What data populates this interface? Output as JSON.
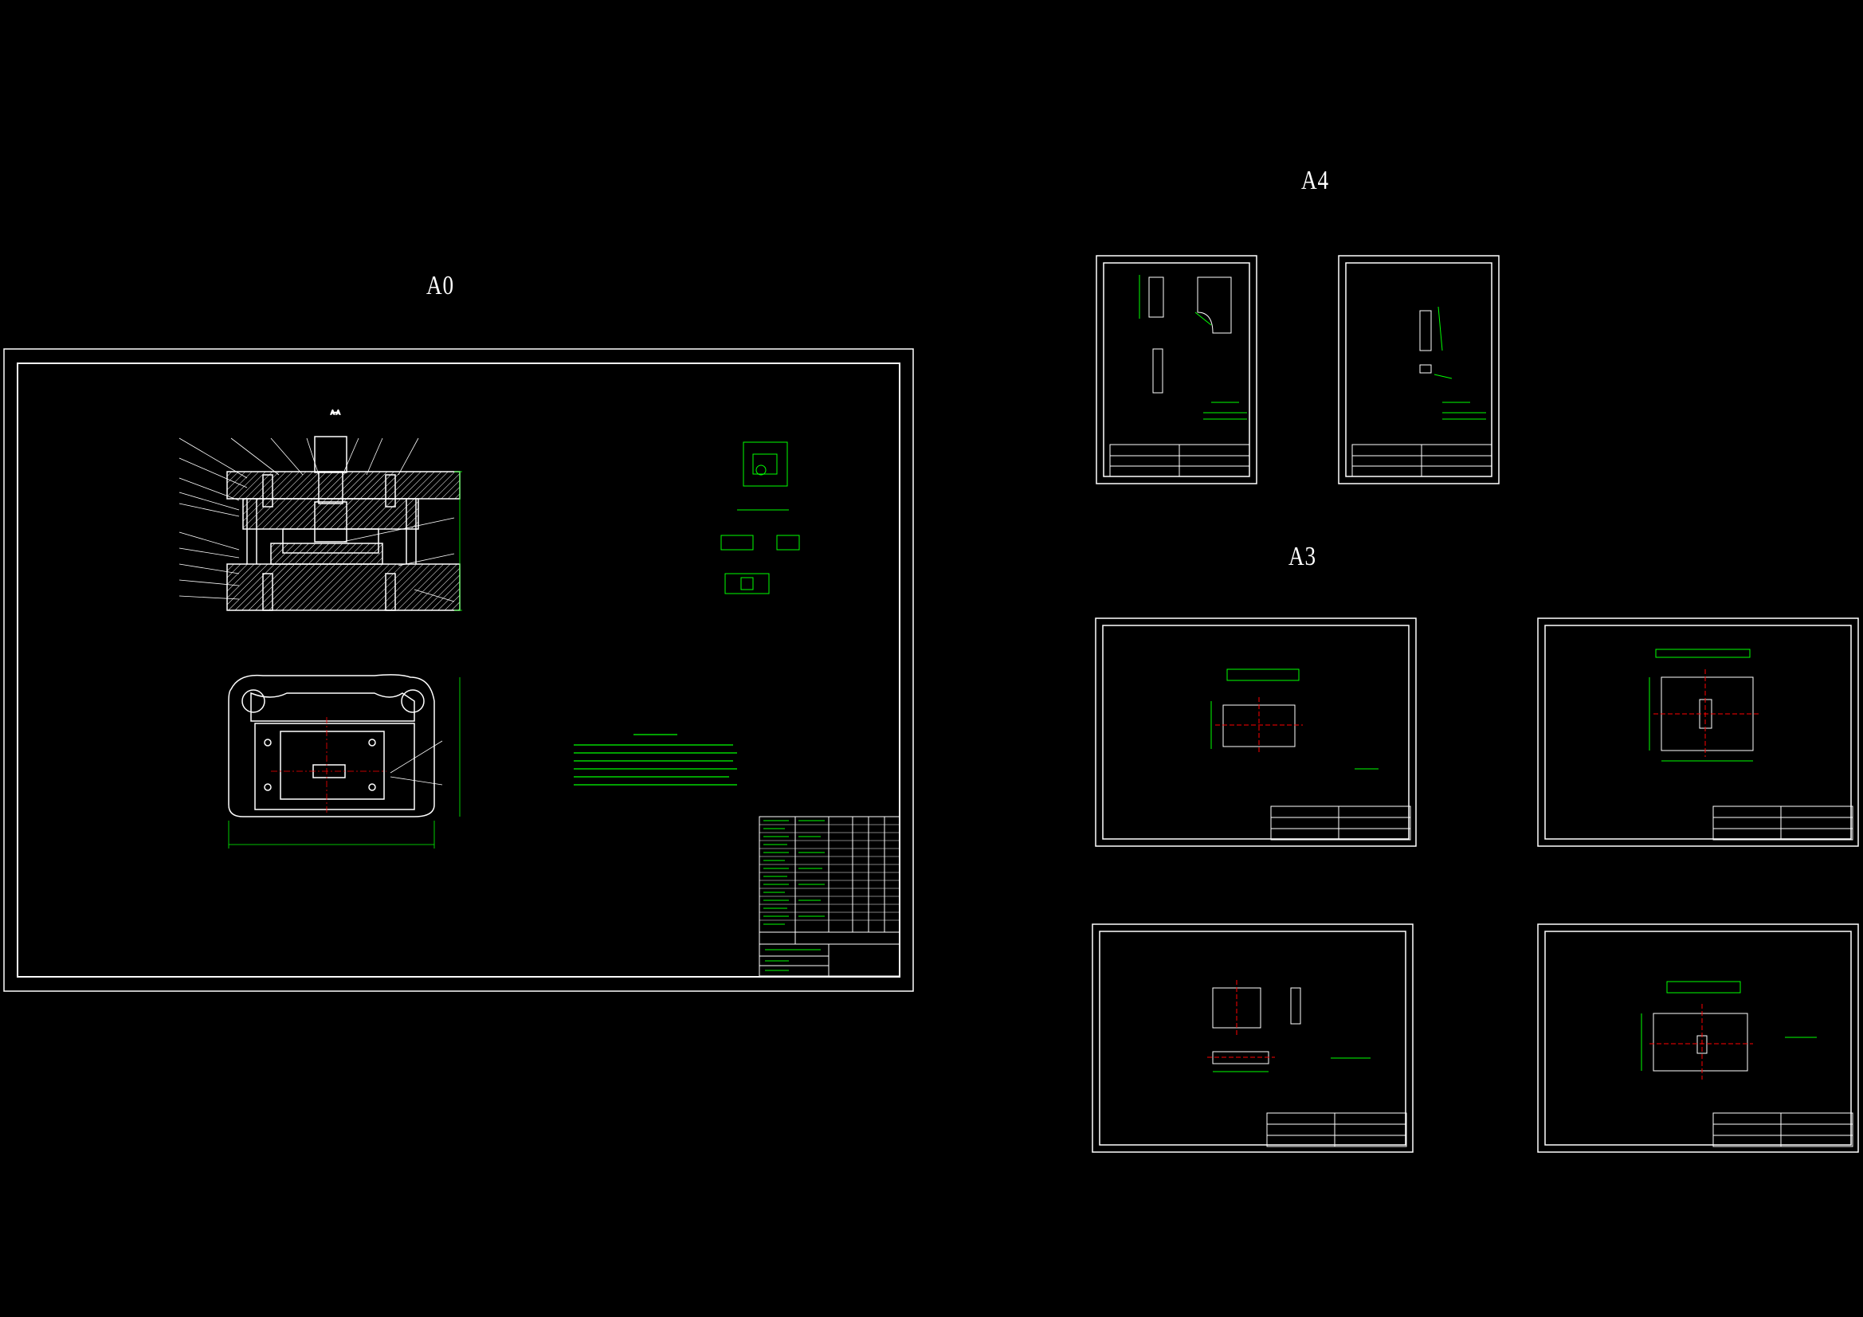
{
  "sheet_labels": {
    "a0": "A0",
    "a4": "A4",
    "a3": "A3"
  },
  "colors": {
    "background": "#000000",
    "frame": "#ffffff",
    "annotation": "#00ff00",
    "centerline": "#ff0000",
    "title": "#ffffff"
  }
}
